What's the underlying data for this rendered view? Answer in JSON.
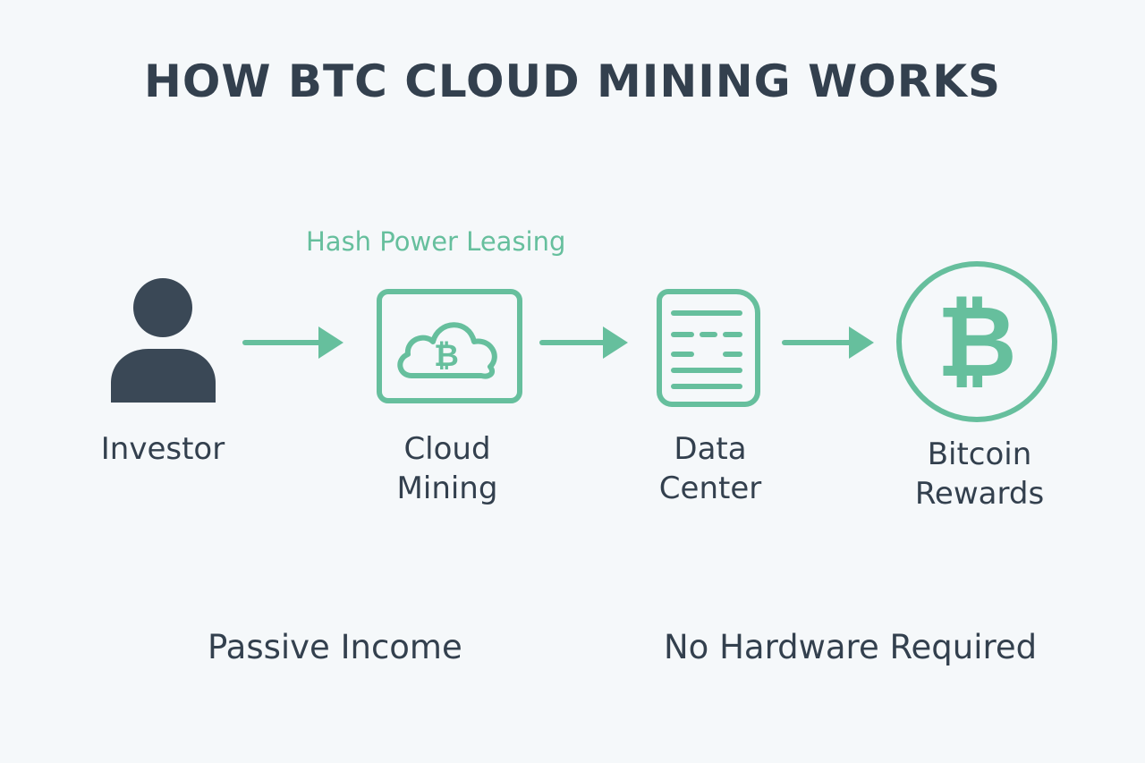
{
  "title": "HOW BTC CLOUD MINING WORKS",
  "subtitle": "Hash Power Leasing",
  "steps": [
    {
      "line1": "Investor",
      "line2": ""
    },
    {
      "line1": "Cloud",
      "line2": "Mining"
    },
    {
      "line1": "Data",
      "line2": "Center"
    },
    {
      "line1": "Bitcoin",
      "line2": "Rewards"
    }
  ],
  "bottom": {
    "left": "Passive Income",
    "right": "No Hardware Required"
  },
  "btc_symbol": "₿",
  "icons": [
    "person-icon",
    "arrow-right-icon",
    "cloud-bitcoin-icon",
    "server-rack-icon",
    "bitcoin-coin-icon"
  ],
  "colors": {
    "background": "#f5f8fa",
    "text": "#33404e",
    "accent": "#66bf9d"
  }
}
